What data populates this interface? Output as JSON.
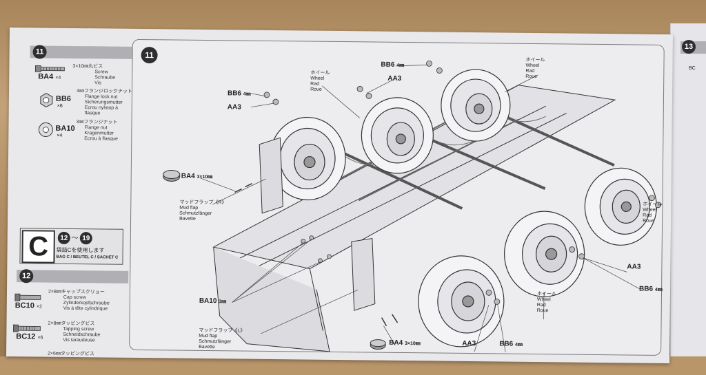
{
  "left_panel": {
    "step11_number": "11",
    "parts": [
      {
        "code": "BA4",
        "qty": "×4",
        "desc": [
          "3×10㎜丸ビス",
          "Screw",
          "Schraube",
          "Vis"
        ]
      },
      {
        "code": "BB6",
        "qty": "×6",
        "desc": [
          "4㎜フランジロックナット",
          "Flange lock nut",
          "Sicherungsmutter",
          "Ecrou nylstop à",
          "flasque"
        ]
      },
      {
        "code": "BA10",
        "qty": "×4",
        "desc": [
          "3㎜フランジナット",
          "Flange nut",
          "Kragenmutter",
          "Ecrou à flasque"
        ]
      }
    ],
    "bag": {
      "letter": "C",
      "from": "12",
      "range_sep": "〜",
      "to": "19",
      "jp": "袋詰Cを使用します",
      "multi": "BAG C / BEUTEL C / SACHET C"
    },
    "step12_number": "12",
    "step12_parts": [
      {
        "code": "BC10",
        "qty": "×2",
        "desc": [
          "2×8㎜キャップスクリュー",
          "Cap screw",
          "Zylinderkopfschraube",
          "Vis à tête cylindrique"
        ]
      },
      {
        "code": "BC12",
        "qty": "×6",
        "desc": [
          "2×8㎜タッピングビス",
          "Tapping screw",
          "Schneidschraube",
          "Vis taraudeuse"
        ]
      },
      {
        "code": "",
        "qty": "",
        "desc": [
          "2×6㎜タッピングビス"
        ]
      }
    ]
  },
  "diagram": {
    "step_number": "11",
    "labels": {
      "wheel_top_center": [
        "ホイール",
        "Wheel",
        "Rad",
        "Roue"
      ],
      "wheel_top_right": [
        "ホイール",
        "Wheel",
        "Rad",
        "Roue"
      ],
      "wheel_right": [
        "ホイール",
        "Wheel",
        "Rad",
        "Roue"
      ],
      "wheel_bottom": [
        "ホイール",
        "Wheel",
        "Rad",
        "Roue"
      ],
      "bb6_top": "BB6",
      "bb6_top_unit": "4㎜",
      "aa3_top": "AA3",
      "bb6_left": "BB6",
      "bb6_left_unit": "4㎜",
      "aa3_left": "AA3",
      "ba4_left": "BA4",
      "ba4_left_unit": "3×10㎜",
      "mudflap_r": [
        "マッドフラップ《R》",
        "Mud flap",
        "Schmutzfänger",
        "Bavette"
      ],
      "ba10": "BA10",
      "ba10_unit": "3㎜",
      "mudflap_l": [
        "マッドフラップ《L》",
        "Mud flap",
        "Schmutzfänger",
        "Bavette"
      ],
      "ba4_bottom": "BA4",
      "ba4_bottom_unit": "3×10㎜",
      "aa3_bottom": "AA3",
      "bb6_bottom": "BB6",
      "bb6_bottom_unit": "4㎜",
      "aa3_right": "AA3",
      "bb6_right": "BB6",
      "bb6_right_unit": "4㎜"
    }
  },
  "next_page": {
    "step_number": "13",
    "codes": [
      "BC"
    ]
  },
  "colors": {
    "page": "#e9e9ec",
    "ink": "#222222",
    "step_badge": "#2e2e30",
    "bar": "#b0b0b4"
  }
}
